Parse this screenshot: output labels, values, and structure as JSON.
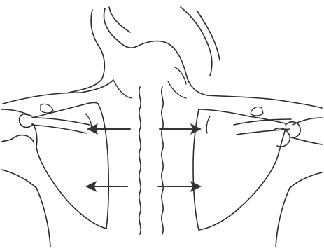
{
  "figure": {
    "line_color": "#2b2b2b",
    "arrow_color": "#333333",
    "background": "#ffffff"
  },
  "arrows": [
    {
      "side": "left",
      "level": "upper",
      "direction": "outward"
    },
    {
      "side": "right",
      "level": "upper",
      "direction": "outward"
    },
    {
      "side": "left",
      "level": "lower",
      "direction": "outward"
    },
    {
      "side": "right",
      "level": "lower",
      "direction": "outward"
    }
  ]
}
